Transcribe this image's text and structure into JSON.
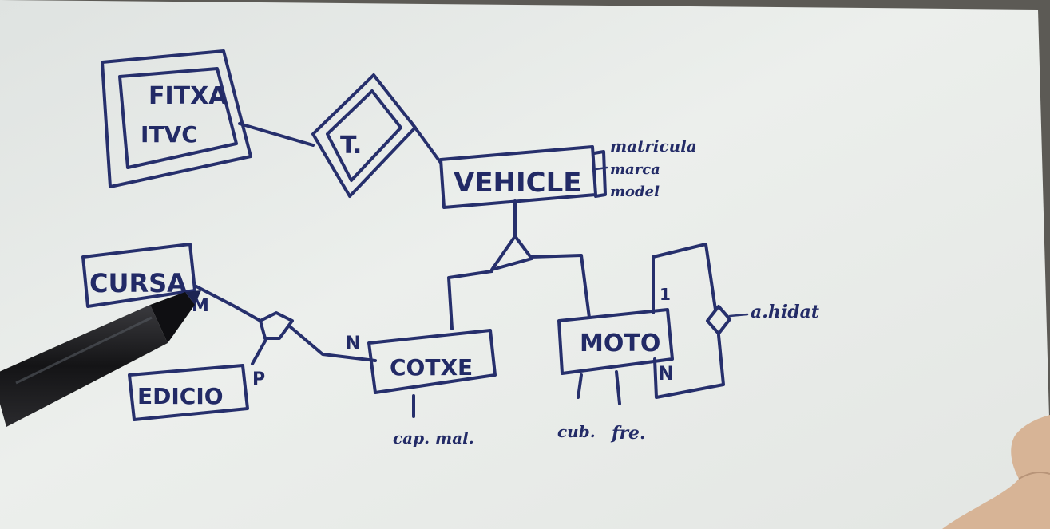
{
  "diagram": {
    "entities": {
      "fitxa_line1": "FITXA",
      "fitxa_line2": "ITVC",
      "vehicle": "VEHICLE",
      "cursa": "CURSA",
      "edicio": "EDICIO",
      "cotxe": "COTXE",
      "moto": "MOTO"
    },
    "relationship_label": "T.",
    "cardinalities": {
      "cursa_m": "M",
      "edicio_p": "P",
      "cotxe_n": "N",
      "moto_1": "1",
      "moto_n": "N"
    },
    "vehicle_attributes": [
      "matricula",
      "marca",
      "model"
    ],
    "cotxe_attribute": "cap. mal.",
    "moto_attributes": [
      "cub.",
      "fre."
    ],
    "recursive_attribute": "a.hidat"
  },
  "colors": {
    "ink": "#262f6c",
    "paper": "#e9ecea",
    "background": "#5c5a55",
    "pen_body": "#1b1b1d",
    "hand": "#d9b79a"
  }
}
